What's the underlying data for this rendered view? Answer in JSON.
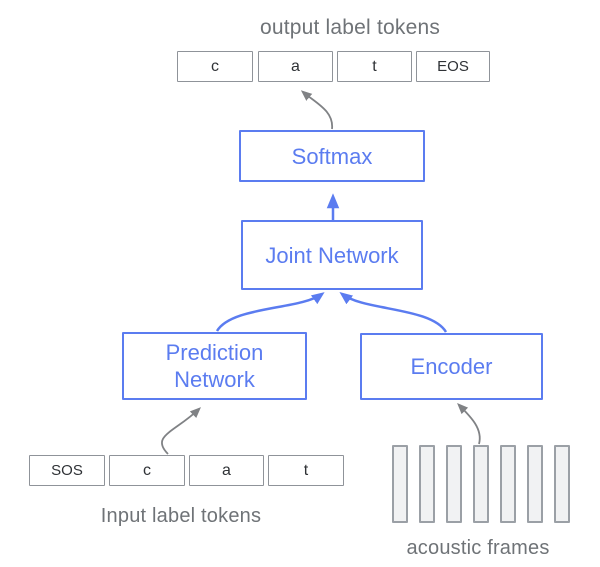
{
  "diagram": {
    "captions": {
      "output": "output label tokens",
      "input": "Input label tokens",
      "acoustic": "acoustic frames"
    },
    "blocks": {
      "softmax": "Softmax",
      "joint": "Joint Network",
      "prediction": "Prediction\nNetwork",
      "encoder": "Encoder"
    },
    "output_tokens": [
      "c",
      "a",
      "t",
      "EOS"
    ],
    "input_tokens": [
      "SOS",
      "c",
      "a",
      "t"
    ],
    "acoustic_frames_count": "7",
    "colors": {
      "accent_blue": "#5b7cf0",
      "token_border_gray": "#8f9399",
      "token_text": "#2f3236",
      "caption_gray": "#6f7377",
      "arrow_gray": "#808285",
      "bar_fill": "#f1f2f3",
      "bar_border": "#9ba0a6"
    }
  }
}
